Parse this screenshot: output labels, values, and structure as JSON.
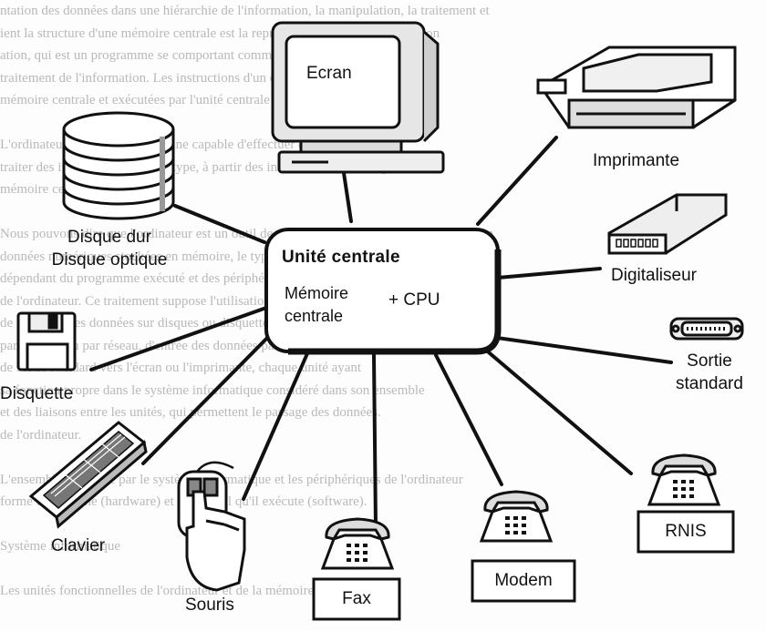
{
  "background_text": [
    "ntation des données dans une hiérarchie de l'information, la manipulation, la traitement et",
    "ient la structure d'une mémoire centrale est la représentation de la représentation",
    "ation, qui est un programme se comportant comme une machine, du",
    "traitement de l'information. Les instructions d'un ordinateur, données en",
    "mémoire centrale et exécutées par l'unité centrale",
    "",
    "L'ordinateur est donc une machine capable d'effectuer des calculs et de",
    "traiter des informations de tout type, à partir des instructions données par la",
    "mémoire centrale.",
    "",
    "Nous pouvons dire que l'ordinateur est un outil de traitement automatique de l'information",
    "données numériques stockées en mémoire, le type d'information traitée",
    "dépendant du programme exécuté et des périphériques reliés à l'unité centrale",
    "de l'ordinateur. Ce traitement suppose l'utilisation de différentes unités",
    "de stockage des données sur disques ou disquettes, de transmission par fax",
    "par modem ou par réseau, d'entrée des données par clavier, souris ou",
    "de sortie standard vers l'écran ou l'imprimante, chaque unité ayant",
    "sa fonction propre dans le système informatique considéré dans son ensemble",
    "et des liaisons entre les unités, qui permettent le passage des données.",
    "de l'ordinateur.",
    "",
    "L'ensemble constitué par le système informatique et les périphériques de l'ordinateur",
    "forme un système (hardware) et le logiciel qu'il exécute (software).",
    "",
    "Système informatique",
    "",
    "Les unités fonctionnelles de l'ordinateur et de la mémoire centrale"
  ],
  "central_unit": {
    "title": "Unité   centrale",
    "memory_line1": "Mémoire",
    "memory_line2": "centrale",
    "cpu": "+ CPU"
  },
  "peripherals": {
    "ecran": "Ecran",
    "imprimante": "Imprimante",
    "disque_line1": "Disque dur",
    "disque_line2": "Disque optique",
    "digitaliseur": "Digitaliseur",
    "disquette": "Disquette",
    "sortie_line1": "Sortie",
    "sortie_line2": "standard",
    "clavier": "Clavier",
    "souris": "Souris",
    "fax": "Fax",
    "modem": "Modem",
    "rnis": "RNIS"
  }
}
